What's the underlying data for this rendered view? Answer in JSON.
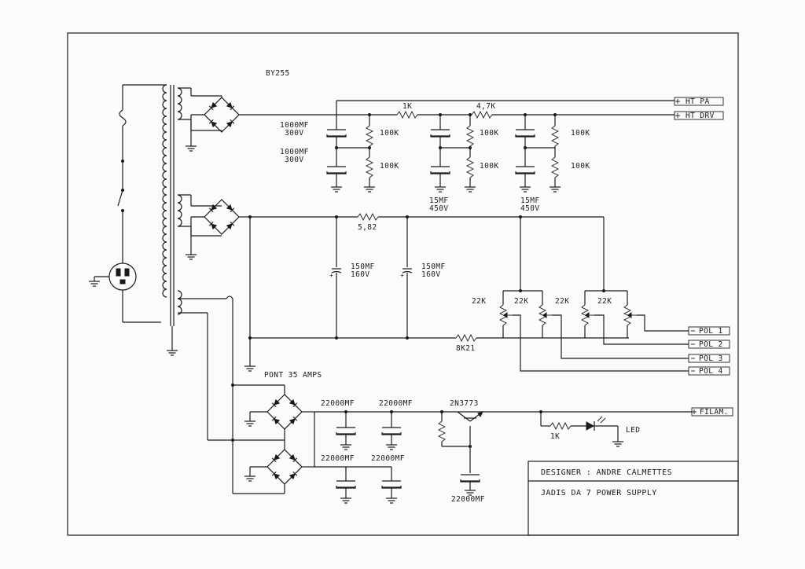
{
  "labels": {
    "rectifier_diode": "BY255",
    "r_1k_top": "1K",
    "r_47k": "4,7K",
    "cap_1000_a_val": "1000MF",
    "cap_1000_a_v": "300V",
    "cap_1000_b_val": "1000MF",
    "cap_1000_b_v": "300V",
    "r100k_1": "100K",
    "r100k_2": "100K",
    "r100k_3": "100K",
    "r100k_4": "100K",
    "r100k_5": "100K",
    "r100k_6": "100K",
    "cap_15_a_val": "15MF",
    "cap_15_a_v": "450V",
    "cap_15_b_val": "15MF",
    "cap_15_b_v": "450V",
    "r_582": "5,82",
    "cap_150_a_val": "150MF",
    "cap_150_a_v": "160V",
    "cap_150_b_val": "150MF",
    "cap_150_b_v": "160V",
    "pot_1": "22K",
    "pot_2": "22K",
    "pot_3": "22K",
    "pot_4": "22K",
    "r_8k21": "8K21",
    "bridge": "PONT 35 AMPS",
    "cap_22000_1": "22000MF",
    "cap_22000_2": "22000MF",
    "cap_22000_3": "22000MF",
    "cap_22000_4": "22000MF",
    "cap_22000_5": "22000MF",
    "transistor": "2N3773",
    "r_1k_led": "1K",
    "led": "LED"
  },
  "outputs": {
    "ht_pa": "HT PA",
    "ht_drv": "HT DRV",
    "pol_1": "POL 1",
    "pol_2": "POL 2",
    "pol_3": "POL 3",
    "pol_4": "POL 4",
    "filam": "FILAM."
  },
  "title_block": {
    "designer": "DESIGNER : ANDRE CALMETTES",
    "title": "JADIS DA 7 POWER SUPPLY"
  }
}
